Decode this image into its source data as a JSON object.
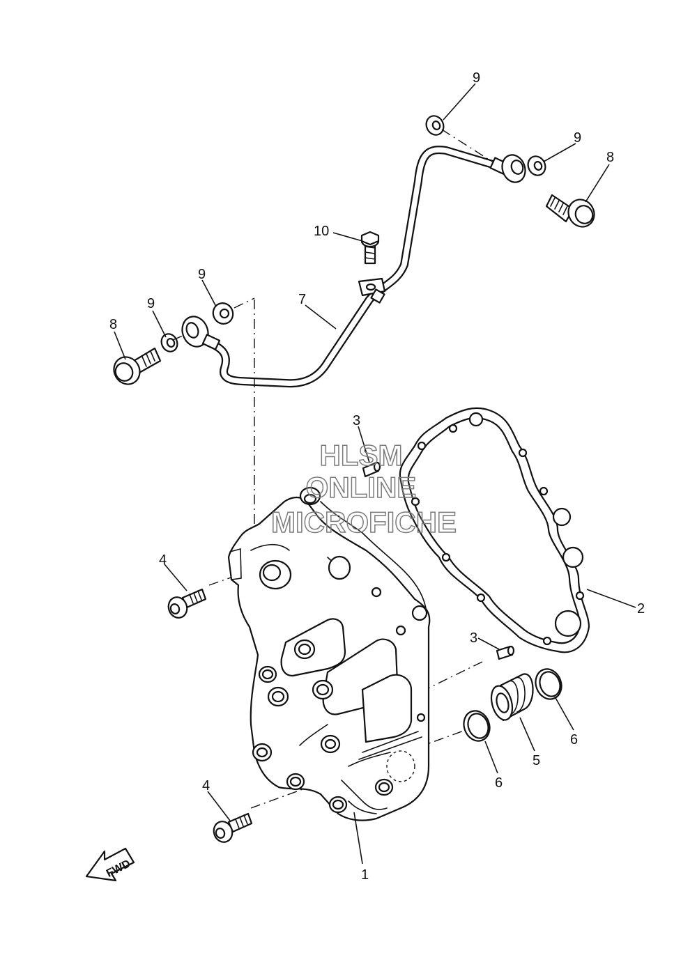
{
  "callouts": [
    {
      "id": "c9a",
      "label": "9"
    },
    {
      "id": "c9b",
      "label": "9"
    },
    {
      "id": "c8a",
      "label": "8"
    },
    {
      "id": "c10",
      "label": "10"
    },
    {
      "id": "c9c",
      "label": "9"
    },
    {
      "id": "c9d",
      "label": "9"
    },
    {
      "id": "c7",
      "label": "7"
    },
    {
      "id": "c8b",
      "label": "8"
    },
    {
      "id": "c3a",
      "label": "3"
    },
    {
      "id": "c2",
      "label": "2"
    },
    {
      "id": "c4a",
      "label": "4"
    },
    {
      "id": "c3b",
      "label": "3"
    },
    {
      "id": "c6a",
      "label": "6"
    },
    {
      "id": "c5",
      "label": "5"
    },
    {
      "id": "c6b",
      "label": "6"
    },
    {
      "id": "c4b",
      "label": "4"
    },
    {
      "id": "c1",
      "label": "1"
    }
  ],
  "watermark": {
    "line1": "HLSM",
    "line2": "ONLINE",
    "line3": "MICROFICHE"
  },
  "direction_marker": "FWD"
}
